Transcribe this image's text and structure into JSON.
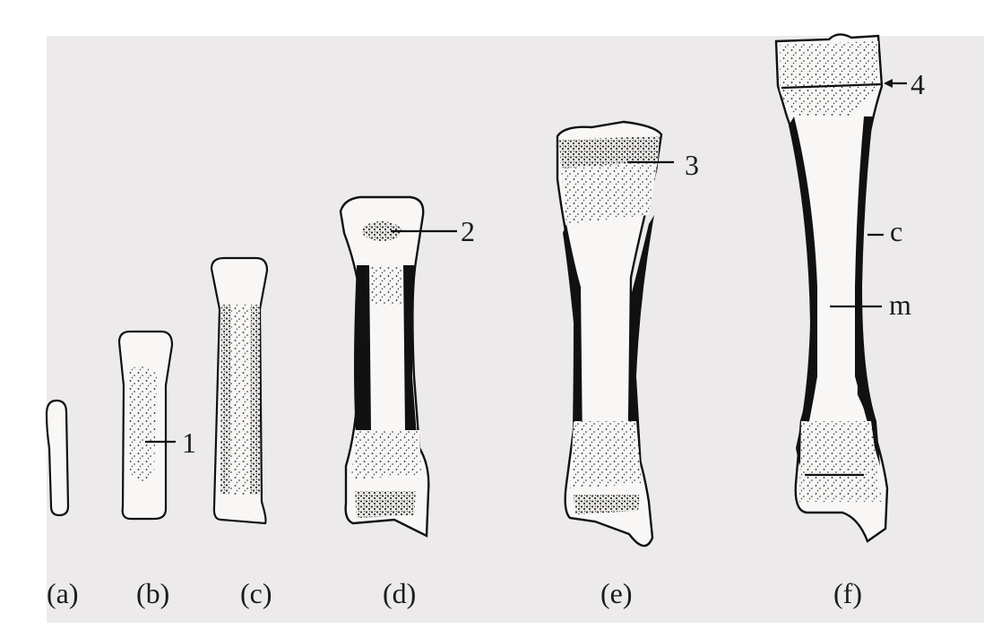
{
  "captions": {
    "a": "(a)",
    "b": "(b)",
    "c": "(c)",
    "d": "(d)",
    "e": "(e)",
    "f": "(f)"
  },
  "callouts": {
    "one": "1",
    "two": "2",
    "three": "3",
    "four": "4",
    "c": "c",
    "m": "m"
  },
  "colors": {
    "paper": "#eceaea",
    "ink": "#111111",
    "bone": "#f7f6f5"
  }
}
